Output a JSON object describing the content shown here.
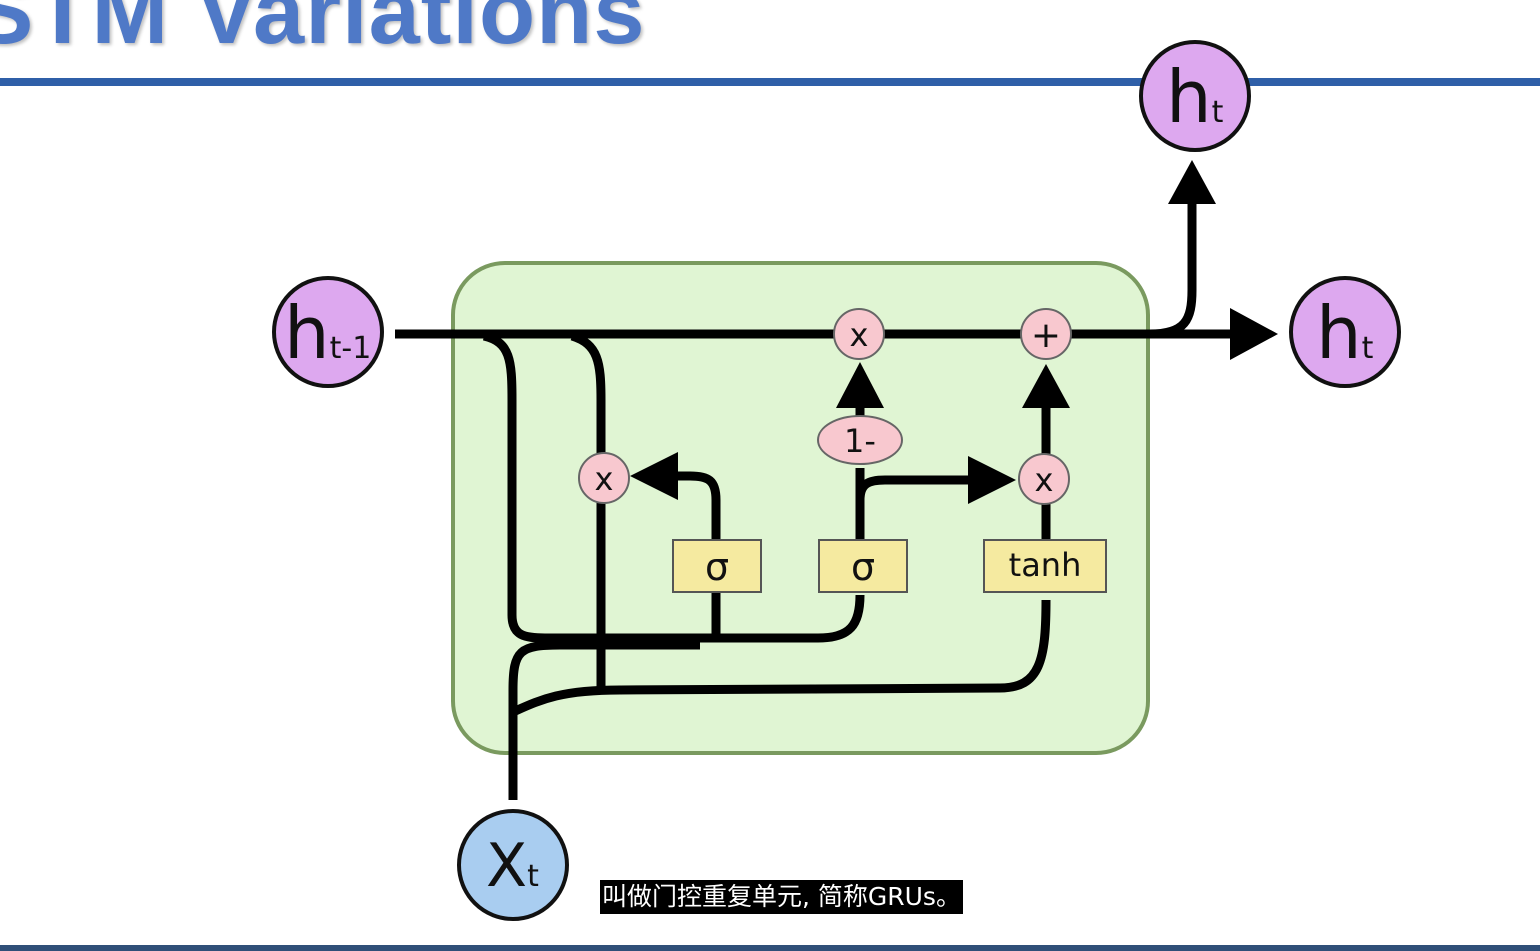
{
  "slide": {
    "title": "STM Variations",
    "subtitle": "叫做门控重复单元, 简称GRUs。"
  },
  "colors": {
    "title": "#4f79c7",
    "title_rule": "#2f5fa8",
    "cell_fill": "#e0f5d3",
    "cell_border": "#7a9a5f",
    "hidden_node": "#dda8ef",
    "input_node": "#a9cdf0",
    "op_node": "#f8c8cf",
    "gate_box": "#f5eaa0"
  },
  "diagram": {
    "h_prev": {
      "main": "h",
      "sub": "t-1"
    },
    "h_out_top": {
      "main": "h",
      "sub": "t"
    },
    "h_out_right": {
      "main": "h",
      "sub": "t"
    },
    "x_in": {
      "main": "X",
      "sub": "t"
    },
    "ops": {
      "mult_reset": "x",
      "mult_top": "x",
      "add_top": "+",
      "one_minus": "1-",
      "mult_candidate": "x"
    },
    "gates": {
      "reset": "σ",
      "update": "σ",
      "candidate": "tanh"
    }
  }
}
